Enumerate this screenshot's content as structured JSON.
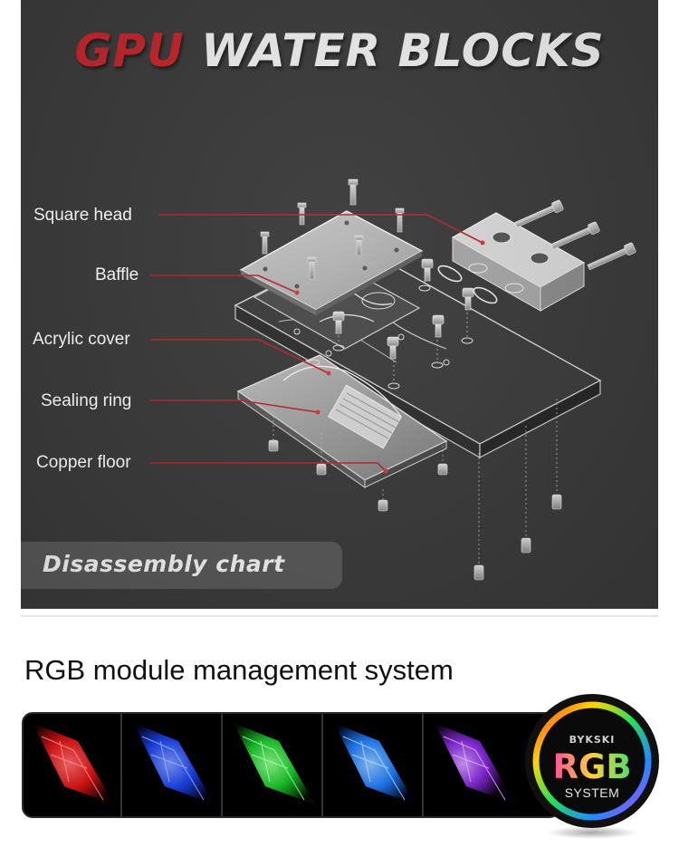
{
  "header": {
    "title_part1": "GPU",
    "title_part2": "WATER BLOCKS"
  },
  "diagram": {
    "labels": [
      "Square head",
      "Baffle",
      "Acrylic cover",
      "Sealing ring",
      "Copper floor"
    ],
    "badge_text": "Disassembly chart"
  },
  "rgb_section": {
    "title": "RGB module management system",
    "light_colors": [
      "#ff1a1a",
      "#2255ff",
      "#22dd33",
      "#2288ff",
      "#9933ff"
    ],
    "badge": {
      "brand": "BYKSKI",
      "main": "RGB",
      "sub": "SYSTEM"
    }
  },
  "colors": {
    "accent_red": "#c3242a",
    "panel_bg": "#3a3a3a",
    "leader_line": "#b8262c"
  }
}
